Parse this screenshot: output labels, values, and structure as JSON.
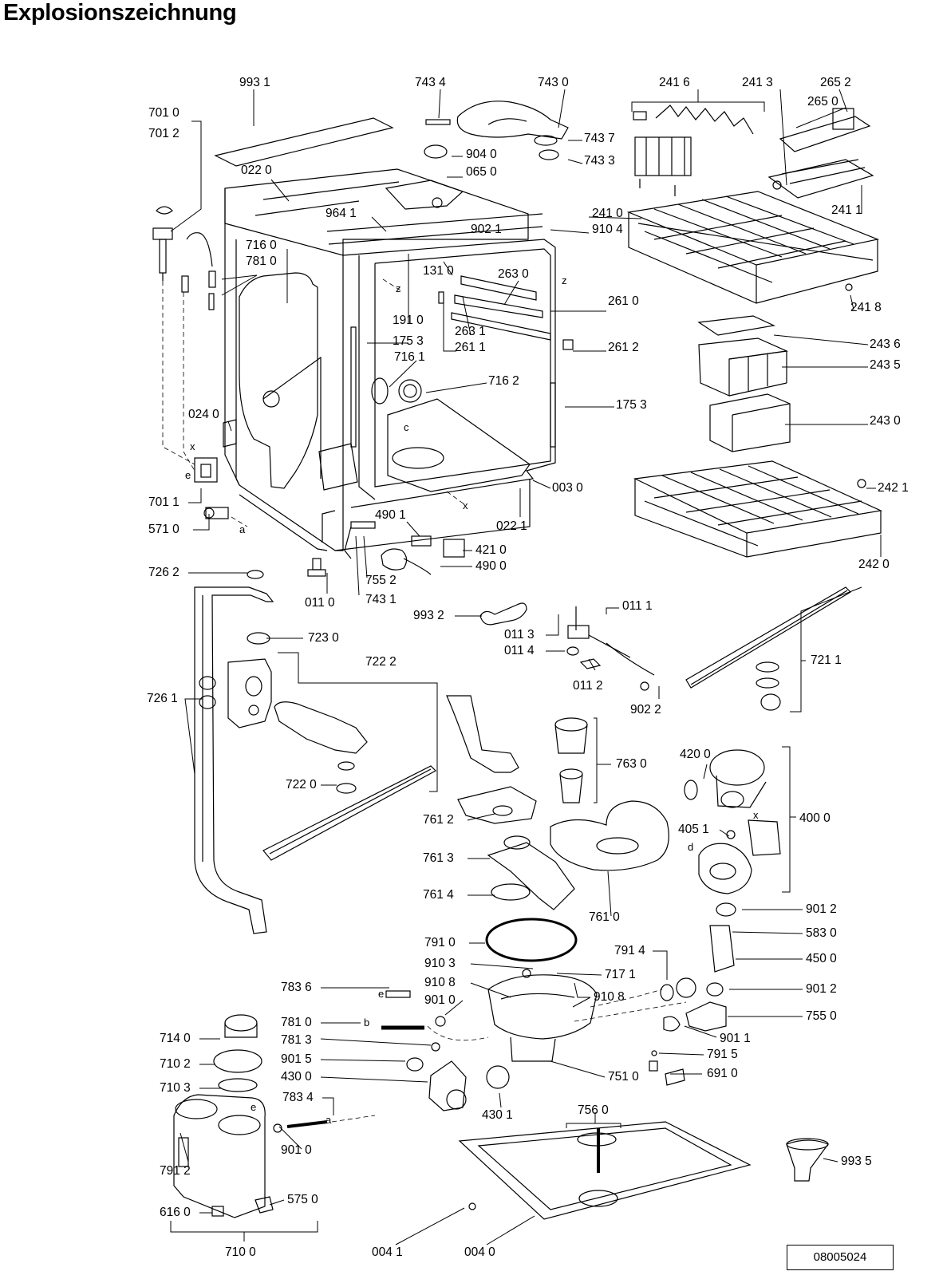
{
  "title": "Explosionszeichnung",
  "document_number": "08005024",
  "labels": [
    "993 1",
    "743 4",
    "743 0",
    "241 6",
    "241 3",
    "265 2",
    "265 0",
    "701 0",
    "701 2",
    "743 7",
    "904 0",
    "743 3",
    "022 0",
    "065 0",
    "964 1",
    "902 1",
    "241 0",
    "910 4",
    "241 1",
    "716 0",
    "781 0",
    "131 0",
    "263 0",
    "241 8",
    "261 0",
    "191 0",
    "263 1",
    "175 3",
    "261 1",
    "261 2",
    "716 1",
    "243 6",
    "243 5",
    "716 2",
    "175 3",
    "024 0",
    "243 0",
    "003 0",
    "242 1",
    "701 1",
    "490 1",
    "022 1",
    "571 0",
    "421 0",
    "490 0",
    "242 0",
    "726 2",
    "755 2",
    "011 0",
    "743 1",
    "993 2",
    "011 1",
    "723 0",
    "011 3",
    "011 4",
    "722 2",
    "721 1",
    "011 2",
    "902 2",
    "726 1",
    "763 0",
    "420 0",
    "722 0",
    "761 2",
    "400 0",
    "405 1",
    "761 3",
    "761 4",
    "761 0",
    "901 2",
    "791 0",
    "583 0",
    "791 4",
    "450 0",
    "910 3",
    "717 1",
    "910 8",
    "910 8",
    "783 6",
    "901 0",
    "901 2",
    "781 0",
    "755 0",
    "714 0",
    "781 3",
    "901 1",
    "710 2",
    "901 5",
    "791 5",
    "430 0",
    "751 0",
    "691 0",
    "710 3",
    "783 4",
    "430 1",
    "756 0",
    "993 5",
    "901 0",
    "791 2",
    "575 0",
    "616 0",
    "004 1",
    "004 0",
    "710 0"
  ],
  "diagram_letters": [
    "a",
    "b",
    "c",
    "d",
    "e",
    "x",
    "z",
    "z",
    "a",
    "b",
    "c",
    "d",
    "e",
    "x"
  ]
}
